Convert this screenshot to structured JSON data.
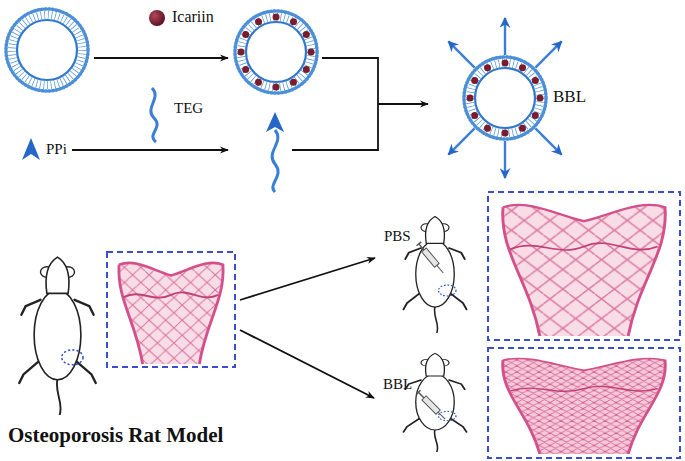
{
  "diagram": {
    "nodes": [
      {
        "text": [
          "BBL"
        ]
      }
    ],
    "labels": [
      "Icariin",
      "TEG",
      "PPi",
      "PBS",
      "BBL",
      "Osteoporosis Rat Model"
    ]
  }
}
